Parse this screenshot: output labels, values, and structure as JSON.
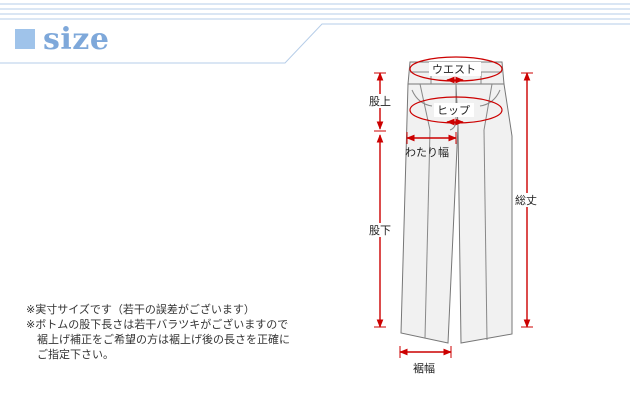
{
  "header": {
    "title": "size",
    "accent_color": "#7ea8da",
    "line_color": "#b6cde8"
  },
  "diagram": {
    "labels": {
      "waist": "ウエスト",
      "hip": "ヒップ",
      "rise": "股上",
      "thigh": "わたり幅",
      "inseam": "股下",
      "length": "総丈",
      "hem": "裾幅"
    },
    "arrow_color": "#cc0000",
    "garment_fill": "#f1f1f1",
    "garment_stroke": "#777777"
  },
  "notes": {
    "line1": "※実寸サイズです（若干の誤差がございます）",
    "line2": "※ボトムの股下長さは若干バラツキがございますので",
    "line3": "裾上げ補正をご希望の方は裾上げ後の長さを正確に",
    "line4": "ご指定下さい。"
  }
}
